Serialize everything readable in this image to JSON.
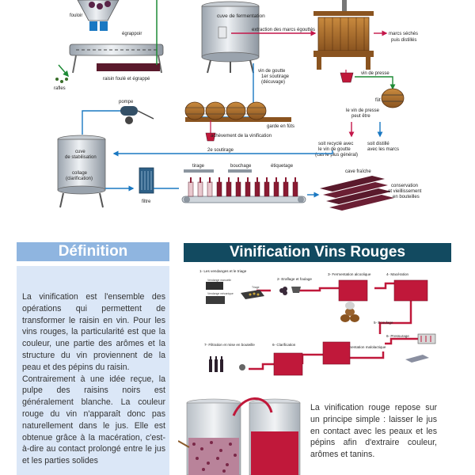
{
  "top_diagram": {
    "foulloir": "fouloir",
    "egrappoir": "égrappoir",
    "rafles": "rafles",
    "raisin": "raisin foulé et égrappé",
    "cuve_fermentation": "cuve de fermentation",
    "extraction": "extraction des marcs égouttés",
    "marcs_seches_1": "marcs séchés",
    "marcs_seches_2": "puis distillés",
    "vin_goutte_1": "vin de goutte",
    "vin_goutte_2": "1er soutirage",
    "vin_goutte_3": "(décuvage)",
    "vin_presse": "vin de presse",
    "fut": "fût",
    "le_vin_presse_1": "le vin de presse",
    "le_vin_presse_2": "peut être",
    "pompe": "pompe",
    "achevement": "achèvement de la vinification",
    "garde": "garde en fûts",
    "recycle_1": "soit recyclé avec",
    "recycle_2": "le vin de goutte",
    "recycle_3": "(cas le plus général)",
    "distille_1": "soit distillé",
    "distille_2": "avec les marcs",
    "soutirage2": "2e soutirage",
    "cuve_stab_1": "cuve",
    "cuve_stab_2": "de stabilisation",
    "collage_1": "collage",
    "collage_2": "(clarification)",
    "filtre": "filtre",
    "tirage": "tirage",
    "bouchage": "bouchage",
    "etiquetage": "étiquetage",
    "cave_fraiche": "cave fraîche",
    "conservation_1": "conservation",
    "conservation_2": "et vieillissement",
    "conservation_3": "en bouteilles"
  },
  "definition": {
    "title": "Définition",
    "paragraph1": "La vinification est l'ensemble des opérations qui permettent de transformer le raisin en vin. Pour les vins rouges, la particularité est que la couleur, une partie des arômes et la structure du vin proviennent de la peau et des pépins du raisin.",
    "paragraph2": "Contrairement à une idée reçue, la pulpe des raisins noirs est généralement blanche. La couleur rouge du vin n'apparaît donc pas naturellement dans le jus. Elle est obtenue grâce à la macération, c'est-à-dire au contact prolongé entre le jus et les parties solides"
  },
  "vinification": {
    "title": "Vinification Vins Rouges",
    "step1": "1- Les vendanges et le triage",
    "step2": "2- Eraflage et foulage",
    "step3": "3- Fermentation alcoolique",
    "step4": "4- Macération",
    "step5": "5- Ecoulage",
    "step6": "6- Pressurage",
    "step6b": "5- Fermentation malolactique",
    "step7": "6- Clarification",
    "step8": "7- Filtration et mise en bouteille",
    "vendange_a": "Vendange manuelle",
    "vendange_b": "Vendange mécanique",
    "triage": "Triage",
    "description": "La vinification rouge repose sur un principe simple : laisser le jus en contact avec les peaux et les pépins afin d'extraire couleur, arômes et tanins."
  },
  "colors": {
    "def_header": "#8fb5e0",
    "def_box": "#dbe7f7",
    "vin_header": "#124a60",
    "wine_red": "#c0183a",
    "arrow_blue": "#1a78c2",
    "arrow_red": "#c4174a",
    "arrow_green": "#1d8a35"
  }
}
